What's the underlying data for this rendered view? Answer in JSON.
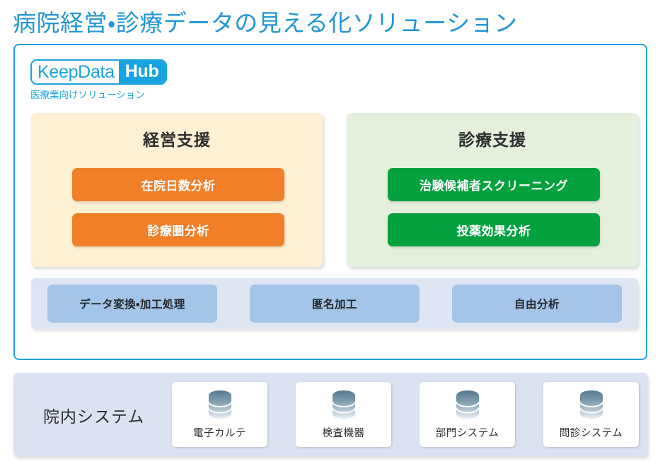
{
  "page": {
    "title": "病院経営・診療データの見える化ソリューション",
    "accent_color": "#1e9fe0"
  },
  "logo": {
    "name_part1": "KeepData",
    "name_part2": "Hub",
    "subtitle": "医療業向けソリューション",
    "color": "#19a3e0"
  },
  "panels": [
    {
      "title": "経営支援",
      "background": "#fdf0d3",
      "button_color": "#f07f28",
      "buttons": [
        {
          "label": "在院日数分析"
        },
        {
          "label": "診療圏分析"
        }
      ]
    },
    {
      "title": "診療支援",
      "background": "#e4efdc",
      "button_color": "#04a13f",
      "buttons": [
        {
          "label": "治験候補者スクリーニング"
        },
        {
          "label": "投薬効果分析"
        }
      ]
    }
  ],
  "process_band": {
    "background": "#dde6f2",
    "button_color": "#a3c5e8",
    "buttons": [
      {
        "label": "データ変換・加工処理"
      },
      {
        "label": "匿名加工"
      },
      {
        "label": "自由分析"
      }
    ]
  },
  "systems_band": {
    "label": "院内システム",
    "background": "#dbe3f2",
    "cards": [
      {
        "label": "電子カルテ",
        "icon": "database-icon"
      },
      {
        "label": "検査機器",
        "icon": "database-icon"
      },
      {
        "label": "部門システム",
        "icon": "database-icon"
      },
      {
        "label": "問診システム",
        "icon": "database-icon"
      }
    ]
  }
}
